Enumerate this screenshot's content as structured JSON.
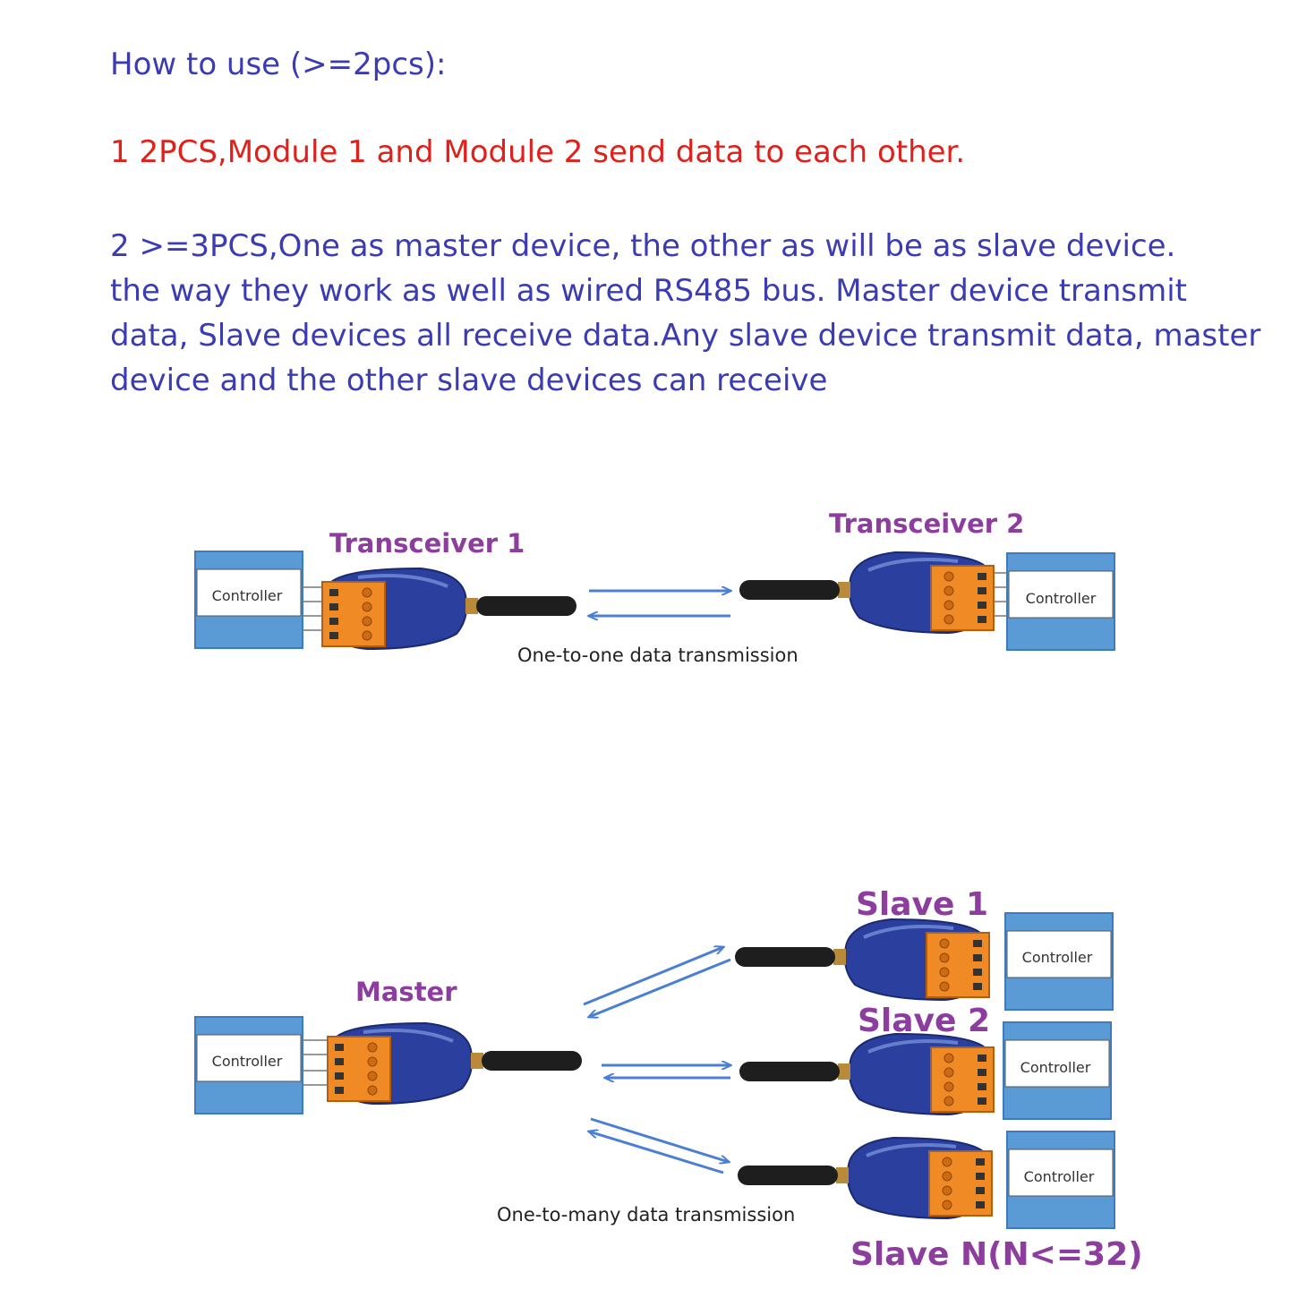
{
  "heading": "How to use (>=2pcs):",
  "step1": "1 2PCS,Module 1 and Module 2 send data to each other.",
  "step2_lines": [
    "2 >=3PCS,One as master device, the other as will be as slave device.",
    "the way they work as well as wired RS485 bus. Master device transmit",
    "data, Slave devices all receive data.Any slave device transmit data, master",
    "device and the other slave devices can receive"
  ],
  "diagram1": {
    "left_label": "Transceiver 1",
    "right_label": "Transceiver 2",
    "left_controller": "Controller",
    "right_controller": "Controller",
    "caption": "One-to-one data transmission"
  },
  "diagram2": {
    "master_label": "Master",
    "master_controller": "Controller",
    "slave1_label": "Slave 1",
    "slave2_label": "Slave 2",
    "slaveN_label": "Slave N(N<=32)",
    "slave1_controller": "Controller",
    "slave2_controller": "Controller",
    "slaveN_controller": "Controller",
    "caption": "One-to-many data transmission"
  },
  "colors": {
    "heading_blue": "#3b3bb3",
    "step1_red": "#e0201a",
    "label_purple": "#8c3d9e",
    "controller_blue": "#5b9bd5",
    "module_blue": "#2a3f9e",
    "terminal_orange": "#f08a24",
    "arrow_blue": "#4a7fd4"
  }
}
